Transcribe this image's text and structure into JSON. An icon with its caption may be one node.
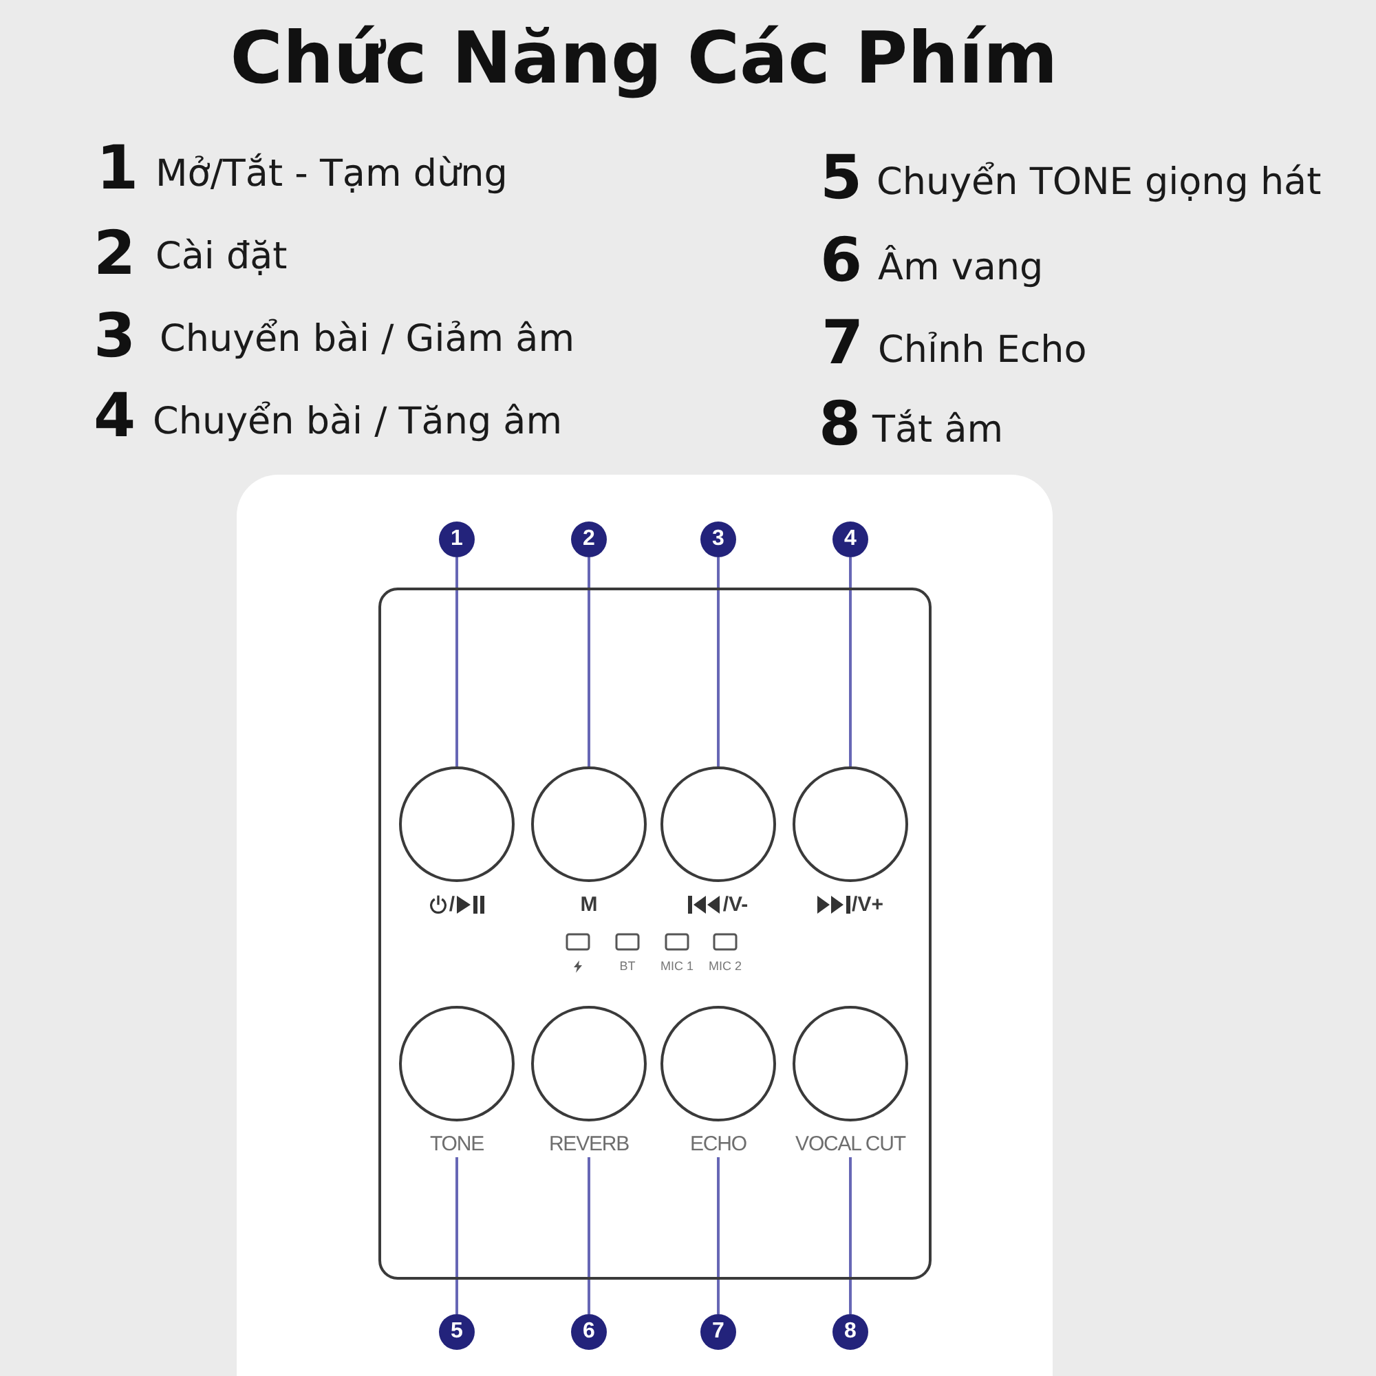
{
  "diagram": {
    "title": "Chức Năng Các Phím",
    "nodes": [
      {
        "text": [
          "1"
        ]
      },
      {
        "text": [
          "2"
        ]
      },
      {
        "text": [
          "3"
        ]
      },
      {
        "text": [
          "4"
        ]
      },
      {
        "text": [],
        "shape": "box"
      },
      {
        "text": [
          "/"
        ],
        "in": 4
      },
      {
        "text": [
          "M"
        ],
        "in": 4
      },
      {
        "text": [
          "/V-"
        ],
        "in": 4
      },
      {
        "text": [
          "/V+"
        ],
        "in": 4
      },
      {
        "text": [
          "TONE"
        ],
        "in": 4
      },
      {
        "text": [
          "REVERB"
        ],
        "in": 4
      },
      {
        "text": [
          "ECHO"
        ],
        "in": 4
      },
      {
        "text": [
          "VOCAL CUT"
        ],
        "in": 4
      },
      {
        "text": [
          "5"
        ]
      },
      {
        "text": [
          "6"
        ]
      },
      {
        "text": [
          "7"
        ]
      },
      {
        "text": [
          "8"
        ]
      }
    ],
    "edges": [
      {
        "from": 0,
        "to": 5,
        "arrow": "none"
      },
      {
        "from": 1,
        "to": 6,
        "arrow": "none"
      },
      {
        "from": 2,
        "to": 7,
        "arrow": "none"
      },
      {
        "from": 3,
        "to": 8,
        "arrow": "none"
      },
      {
        "from": 13,
        "to": 9,
        "arrow": "none"
      },
      {
        "from": 14,
        "to": 10,
        "arrow": "none"
      },
      {
        "from": 15,
        "to": 11,
        "arrow": "none"
      },
      {
        "from": 16,
        "to": 12,
        "arrow": "none"
      }
    ],
    "labels": [
      "1",
      "Mở/Tắt - Tạm dừng",
      "2",
      "Cài đặt",
      "3",
      "Chuyển bài / Giảm âm",
      "4",
      "Chuyển bài / Tăng âm",
      "5",
      "Chuyển TONE giọng hát",
      "6",
      "Âm vang",
      "7",
      "Chỉnh Echo",
      "8",
      "Tắt âm",
      "BT",
      "MIC 1",
      "MIC 2"
    ]
  }
}
